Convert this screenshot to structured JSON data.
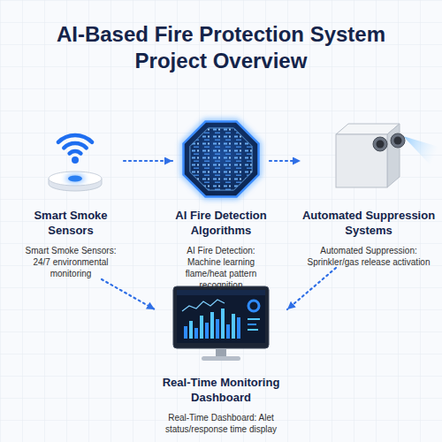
{
  "diagram": {
    "title": "AI-Based Fire Protection System Project Overview",
    "nodes": [
      {
        "text": [
          "Smart Smoke Sensors",
          "Smart Smoke Sensors: 24/7 environmental monitoring"
        ]
      },
      {
        "text": [
          "AI Fire Detection Algorithms",
          "AI Fire Detection: Machine learning flame/heat pattern recognition"
        ]
      },
      {
        "text": [
          "Automated Suppression Systems",
          "Automated Suppression: Sprinkler/gas release activation"
        ]
      },
      {
        "text": [
          "Real-Time Monitoring Dashboard",
          "Real-Time Dashboard: Alet status/response time display"
        ]
      }
    ],
    "edges": [
      {
        "from": 0,
        "to": 1,
        "arrow": "to"
      },
      {
        "from": 1,
        "to": 2,
        "arrow": "to"
      },
      {
        "from": 0,
        "to": 3,
        "arrow": "to"
      },
      {
        "from": 2,
        "to": 3,
        "arrow": "to"
      }
    ]
  }
}
